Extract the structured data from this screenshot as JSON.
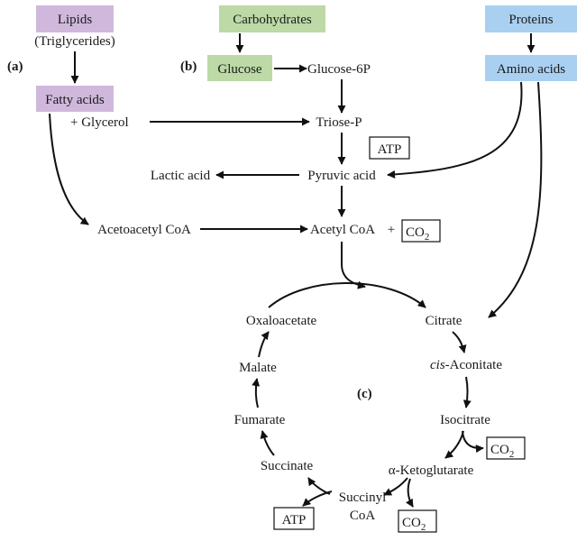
{
  "colors": {
    "lipids": "#cfb8dc",
    "carbohydrates": "#bcd9a6",
    "proteins": "#a9d0f0",
    "line": "#111111"
  },
  "panels": {
    "a": "(a)",
    "b": "(b)",
    "c": "(c)"
  },
  "sources": {
    "lipids": "Lipids",
    "lipids_sub": "(Triglycerides)",
    "carbohydrates": "Carbohydrates",
    "proteins": "Proteins"
  },
  "intermediates": {
    "fatty_acids": "Fatty acids",
    "glucose": "Glucose",
    "glucose_6p": "Glucose-6P",
    "amino_acids": "Amino acids",
    "glycerol": "+  Glycerol",
    "triose_p": "Triose-P",
    "pyruvic_acid": "Pyruvic acid",
    "lactic_acid": "Lactic acid",
    "acetoacetyl_coa": "Acetoacetyl CoA",
    "acetyl_coa": "Acetyl CoA",
    "plus": "+"
  },
  "cycle": {
    "oxaloacetate": "Oxaloacetate",
    "citrate": "Citrate",
    "cis": "cis",
    "aconitate": "-Aconitate",
    "isocitrate": "Isocitrate",
    "ketoglutarate": "α-Ketoglutarate",
    "succinyl": "Succinyl",
    "coa": "CoA",
    "succinate": "Succinate",
    "fumarate": "Fumarate",
    "malate": "Malate"
  },
  "products": {
    "atp": "ATP",
    "co": "CO",
    "sub2": "2"
  }
}
